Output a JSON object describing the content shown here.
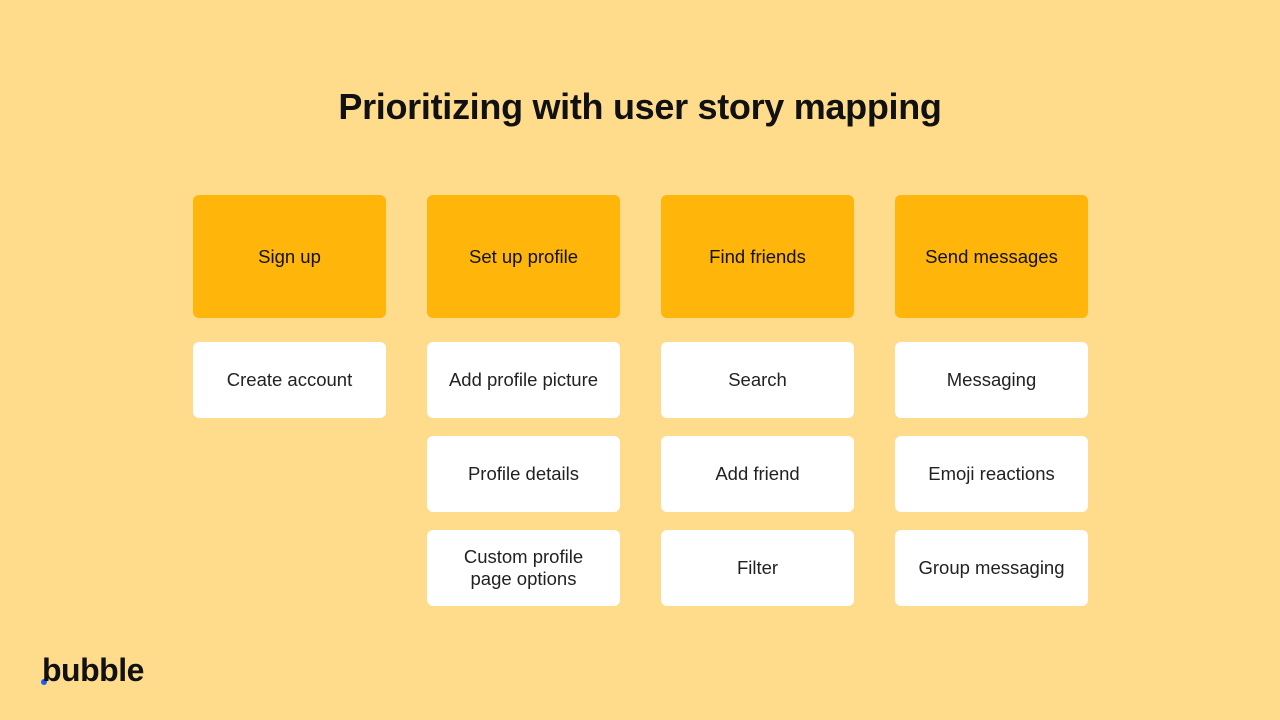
{
  "title": "Prioritizing with user story mapping",
  "colors": {
    "background": "#FFDC8C",
    "header_card": "#FFB509",
    "story_card": "#FFFFFF",
    "logo_dot": "#1E5BFF"
  },
  "columns": [
    {
      "header": "Sign up",
      "stories": [
        "Create account"
      ]
    },
    {
      "header": "Set up profile",
      "stories": [
        "Add profile picture",
        "Profile details",
        "Custom profile page options"
      ]
    },
    {
      "header": "Find friends",
      "stories": [
        "Search",
        "Add friend",
        "Filter"
      ]
    },
    {
      "header": "Send messages",
      "stories": [
        "Messaging",
        "Emoji reactions",
        "Group messaging"
      ]
    }
  ],
  "logo": {
    "text": "bubble"
  }
}
